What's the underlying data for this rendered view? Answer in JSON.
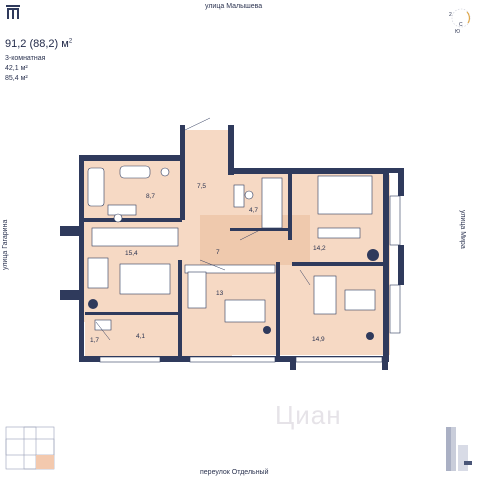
{
  "streets": {
    "top": "улица Малышева",
    "bottom": "переулок Отдельный",
    "left": "улица Гагарина",
    "right": "улица Мира"
  },
  "apartment": {
    "total_area": "91,2 (88,2) м",
    "total_area_unit_sup": "2",
    "type": "3-комнатная",
    "living_area": "42,1 м²",
    "area_secondary": "85,4 м²"
  },
  "rooms": {
    "bath": "8,7",
    "hall_top": "7,5",
    "wc": "4,7",
    "bedroom_top": "14,2",
    "kitchen": "15,4",
    "corridor": "7",
    "living": "13",
    "bedroom_bottom": "14,9",
    "dressing": "4,1",
    "storage": "1,7"
  },
  "compass": {
    "marks": [
      "2",
      "C",
      "Ю"
    ]
  },
  "watermark": "Циан",
  "colors": {
    "wall": "#2f3a5c",
    "floor": "#f6d9c4",
    "floor_dark": "#efc9ad",
    "accent": "#e8aa86"
  }
}
